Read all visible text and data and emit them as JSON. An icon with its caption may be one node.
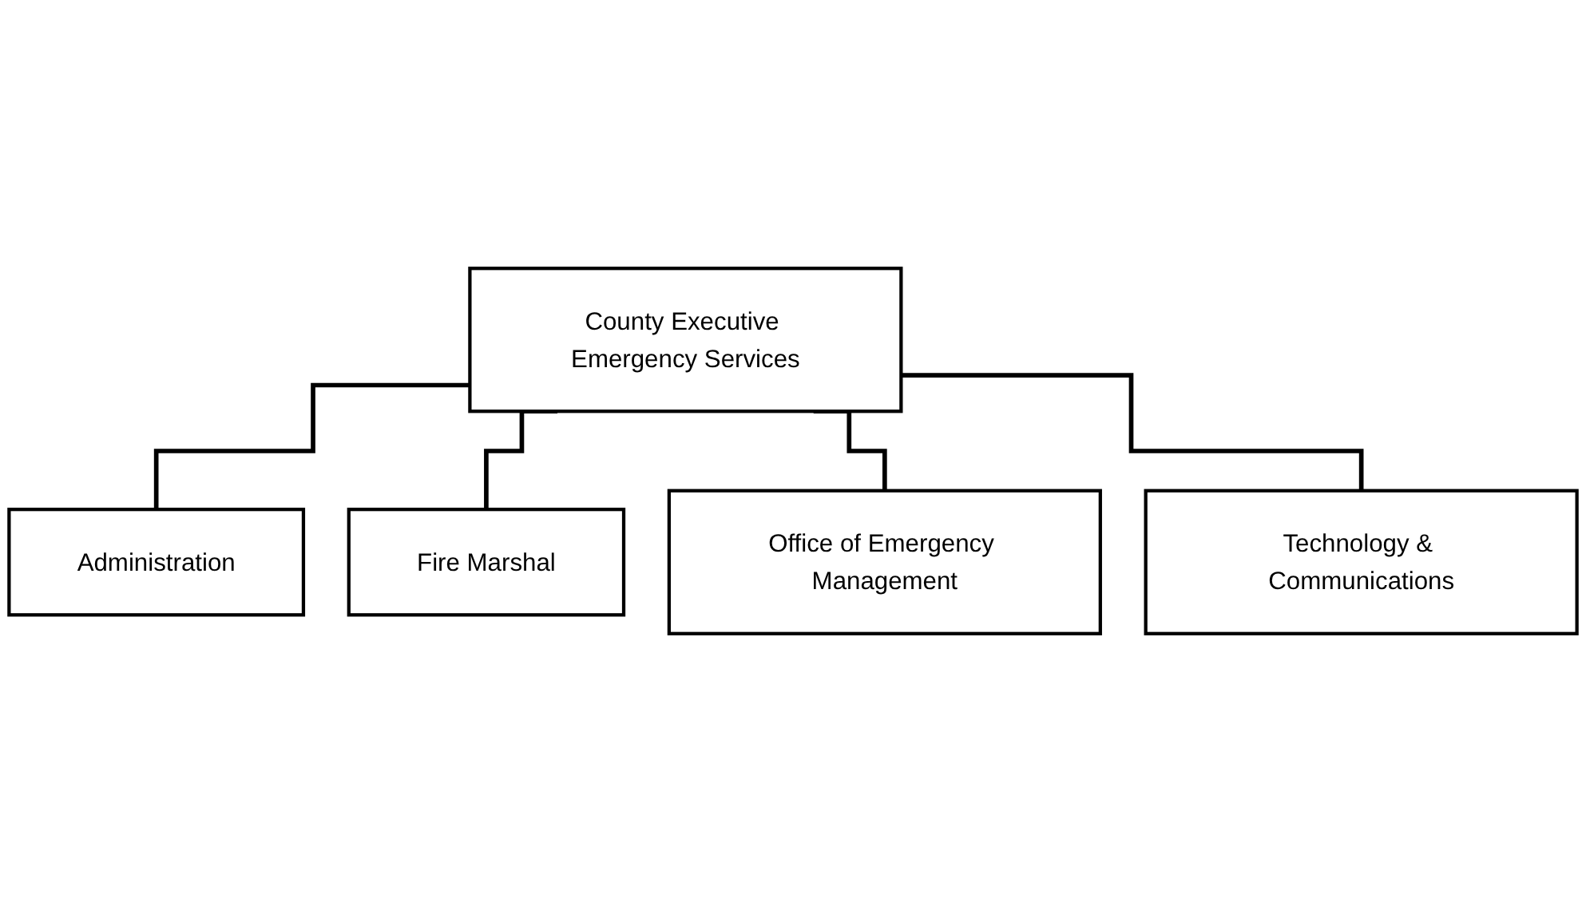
{
  "diagram": {
    "nodes": [
      {
        "text": [
          "County Executive Emergency Services"
        ]
      },
      {
        "text": [
          "Administration"
        ]
      },
      {
        "text": [
          "Fire Marshal"
        ]
      },
      {
        "text": [
          "Office of Emergency Management"
        ]
      },
      {
        "text": [
          "Technology & Communications"
        ]
      }
    ],
    "edges": [
      {
        "from": 0,
        "to": 1,
        "arrow": "none"
      },
      {
        "from": 0,
        "to": 2,
        "arrow": "none"
      },
      {
        "from": 0,
        "to": 3,
        "arrow": "none"
      },
      {
        "from": 0,
        "to": 4,
        "arrow": "none"
      }
    ]
  }
}
